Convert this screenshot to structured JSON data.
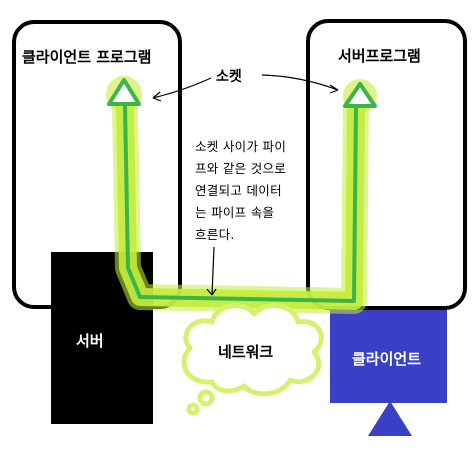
{
  "labels": {
    "client_program": "클라이언트 프로그램",
    "server_program": "서버프로그램",
    "socket": "소켓",
    "server_machine": "서버",
    "client_machine": "클라이언트",
    "network": "네트워크"
  },
  "note_lines": [
    "소켓 사이가 파이",
    "프와 같은 것으로",
    "연결되고 데이터",
    "는 파이프 속을",
    "흐른다."
  ],
  "colors": {
    "pipe_glow": "#c4ec3c",
    "pipe_line": "#3cb44a",
    "bubble_fill": "#d4f270",
    "server_box": "#000000",
    "client_box": "#3a40c6",
    "outline": "#000000"
  }
}
